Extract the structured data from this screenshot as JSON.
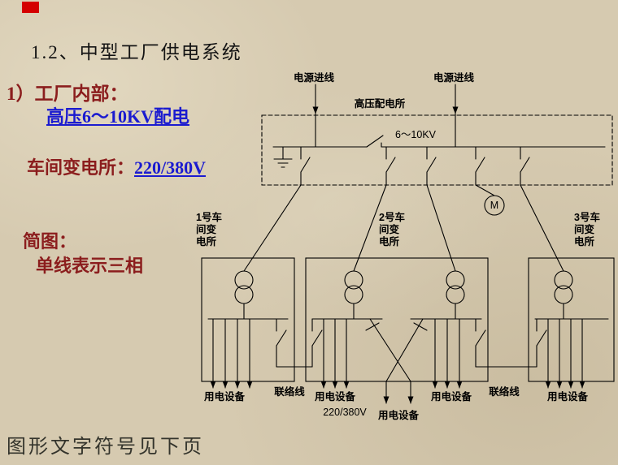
{
  "colors": {
    "background": "#d6cab0",
    "heading_red": "#8b1d1d",
    "link_blue": "#1b1bd0",
    "corner_red": "#d40000",
    "diagram_ink": "#000000"
  },
  "slide": {
    "title": "1.2、中型工厂供电系统",
    "point1": "1）工厂内部：",
    "hv_line": "高压6～10KV配电",
    "workshop_label": "车间变电所：",
    "workshop_value": "220/380V",
    "sketch_label": "简图：",
    "sketch_note": "单线表示三相",
    "footer": "图形文字符号见下页"
  },
  "diagram": {
    "incoming_label": "电源进线",
    "hv_station_label": "高压配电所",
    "hv_voltage": "6～10KV",
    "motor_label": "M",
    "substation1": [
      "1号车",
      "间变",
      "电所"
    ],
    "substation2": [
      "2号车",
      "间变",
      "电所"
    ],
    "substation3": [
      "3号车",
      "间变",
      "电所"
    ],
    "tie_line_label": "联络线",
    "lv_voltage": "220/380V",
    "load_label": "用电设备"
  }
}
